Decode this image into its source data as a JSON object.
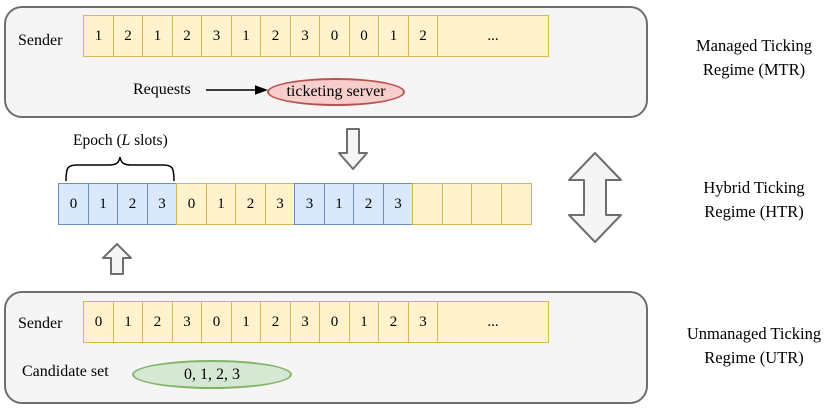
{
  "mtr": {
    "region_label_line1": "Managed Ticking",
    "region_label_line2": "Regime  (MTR)",
    "sender_label": "Sender",
    "slots": [
      "1",
      "2",
      "1",
      "2",
      "3",
      "1",
      "2",
      "3",
      "0",
      "0",
      "1",
      "2"
    ],
    "ellipsis": "...",
    "requests_label": "Requests",
    "ticketing_server_label": "ticketing server"
  },
  "htr": {
    "region_label_line1": "Hybrid Ticking",
    "region_label_line2": "Regime (HTR)",
    "epoch_label_prefix": "Epoch (",
    "epoch_label_var": "L",
    "epoch_label_suffix": " slots)",
    "slots": [
      "0",
      "1",
      "2",
      "3",
      "0",
      "1",
      "2",
      "3",
      "3",
      "1",
      "2",
      "3",
      "",
      "",
      "",
      ""
    ]
  },
  "utr": {
    "region_label_line1": "Unmanaged Ticking",
    "region_label_line2": "Regime (UTR)",
    "sender_label": "Sender",
    "slots": [
      "0",
      "1",
      "2",
      "3",
      "0",
      "1",
      "2",
      "3",
      "0",
      "1",
      "2",
      "3"
    ],
    "ellipsis": "...",
    "candidate_set_label": "Candidate set",
    "candidate_set_value": "0, 1, 2, 3"
  },
  "colors": {
    "container_fill": "#f5f5f5",
    "container_border": "#6e6e6e",
    "slot_yellow_fill": "#fff2cc",
    "slot_yellow_border": "#d6b656",
    "slot_blue_fill": "#dae8fc",
    "slot_blue_border": "#6c8ebf",
    "ticketing_server_fill": "#f8cecc",
    "ticketing_server_border": "#b85450",
    "candidate_set_fill": "#d5e8d4",
    "candidate_set_border": "#82b366",
    "hollow_arrow_fill": "#f5f5f5",
    "hollow_arrow_stroke": "#6e6e6e"
  }
}
